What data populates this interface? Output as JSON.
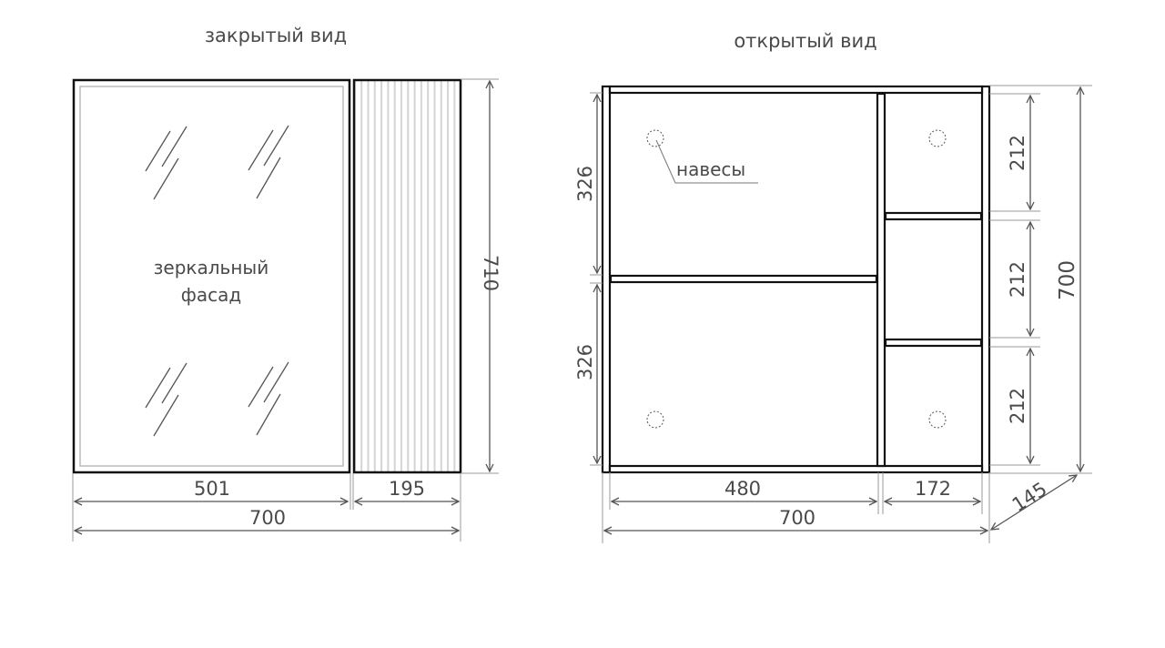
{
  "closed_view": {
    "title": "закрытый вид",
    "label_line1": "зеркальный",
    "label_line2": "фасад",
    "dim_width_mirror": "501",
    "dim_width_side": "195",
    "dim_width_total": "700",
    "dim_height": "710"
  },
  "open_view": {
    "title": "открытый вид",
    "hinges_label": "навесы",
    "dim_left_upper": "326",
    "dim_left_lower": "326",
    "dim_right_1": "212",
    "dim_right_2": "212",
    "dim_right_3": "212",
    "dim_height_total": "700",
    "dim_width_left": "480",
    "dim_width_right": "172",
    "dim_width_total": "700",
    "dim_depth": "145"
  },
  "colors": {
    "line": "#111111",
    "dim": "#555555",
    "text": "#4a4a4a",
    "stripe": "#cfcfcf"
  }
}
